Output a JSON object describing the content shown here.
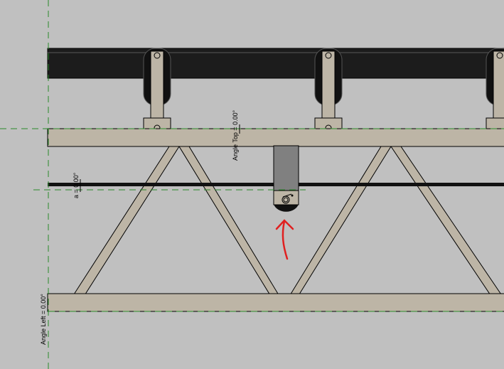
{
  "view": {
    "background": "#c0c0c0",
    "member_color": "#bdb5a6",
    "reference_line_color": "#2a8a2a",
    "annotation_color": "#e02020"
  },
  "dimensions": {
    "angle_top": "Angle Top = 0.00°",
    "angle_a": "a = 0.00°",
    "angle_left": "Angle Left = 0.00°"
  }
}
